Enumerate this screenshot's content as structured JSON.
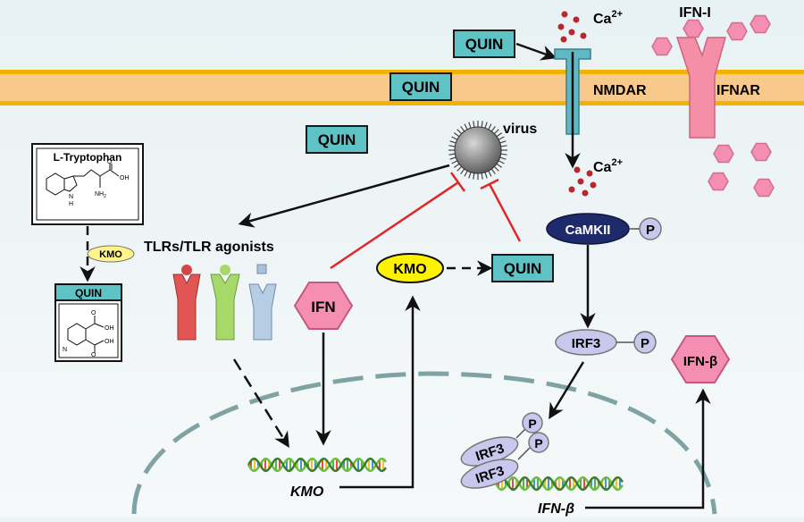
{
  "colors": {
    "membrane_fill": "#f9c98c",
    "membrane_edge": "#f2b200",
    "quin_box": "#5fc3c6",
    "nmdar": "#5fb8c4",
    "ifnar": "#f58fa8",
    "ifn_hex": "#f48fb1",
    "camkii": "#1f2a6b",
    "irf3": "#c8c8ee",
    "kmo_ellipse": "#fff200",
    "inhibit_red": "#e0282b",
    "nucleus_dash": "#7fa3a3"
  },
  "labels": {
    "quin_extracellular": "QUIN",
    "quin_membrane": "QUIN",
    "quin_cytoplasm": "QUIN",
    "quin_product": "QUIN",
    "calcium_top": "Ca",
    "calcium_top_sup": "2+",
    "calcium_bottom": "Ca",
    "calcium_bottom_sup": "2+",
    "nmdar": "NMDAR",
    "ifnar": "IFNAR",
    "ifn_i": "IFN-I",
    "virus": "virus",
    "tlrs": "TLRs/TLR agonists",
    "ifn": "IFN",
    "kmo": "KMO",
    "kmo_small": "KMO",
    "camkii": "CaMKII",
    "phospho": "P",
    "irf3": "IRF3",
    "ifn_beta": "IFN-β",
    "kmo_gene": "KMO",
    "ifn_beta_gene": "IFN-β"
  },
  "tryptophan_box": {
    "title": "L-Tryptophan",
    "atoms": {
      "oh": "OH",
      "nh2": "NH",
      "nh2_sub": "2",
      "nh": "N",
      "h": "H",
      "o": "O"
    }
  },
  "quin_structure_box": {
    "title": "QUIN",
    "atoms": {
      "oh1": "OH",
      "oh2": "OH",
      "n": "N",
      "o1": "O",
      "o2": "O"
    }
  }
}
